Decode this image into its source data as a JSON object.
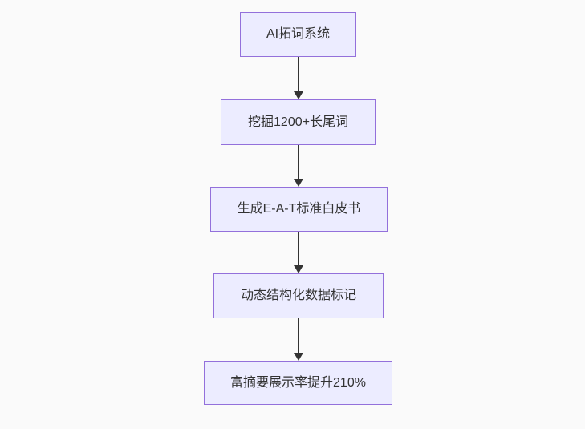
{
  "theme": {
    "background": "#fafafa",
    "node_fill": "#ececff",
    "node_border": "#9370db",
    "text_color": "#333333",
    "arrow_color": "#333333"
  },
  "flowchart": {
    "direction": "top-down",
    "nodes": [
      {
        "id": "node-1",
        "label": "AI拓词系统"
      },
      {
        "id": "node-2",
        "label": "挖掘1200+长尾词"
      },
      {
        "id": "node-3",
        "label": "生成E-A-T标准白皮书"
      },
      {
        "id": "node-4",
        "label": "动态结构化数据标记"
      },
      {
        "id": "node-5",
        "label": "富摘要展示率提升210%"
      }
    ],
    "edges": [
      {
        "from": "node-1",
        "to": "node-2"
      },
      {
        "from": "node-2",
        "to": "node-3"
      },
      {
        "from": "node-3",
        "to": "node-4"
      },
      {
        "from": "node-4",
        "to": "node-5"
      }
    ]
  }
}
